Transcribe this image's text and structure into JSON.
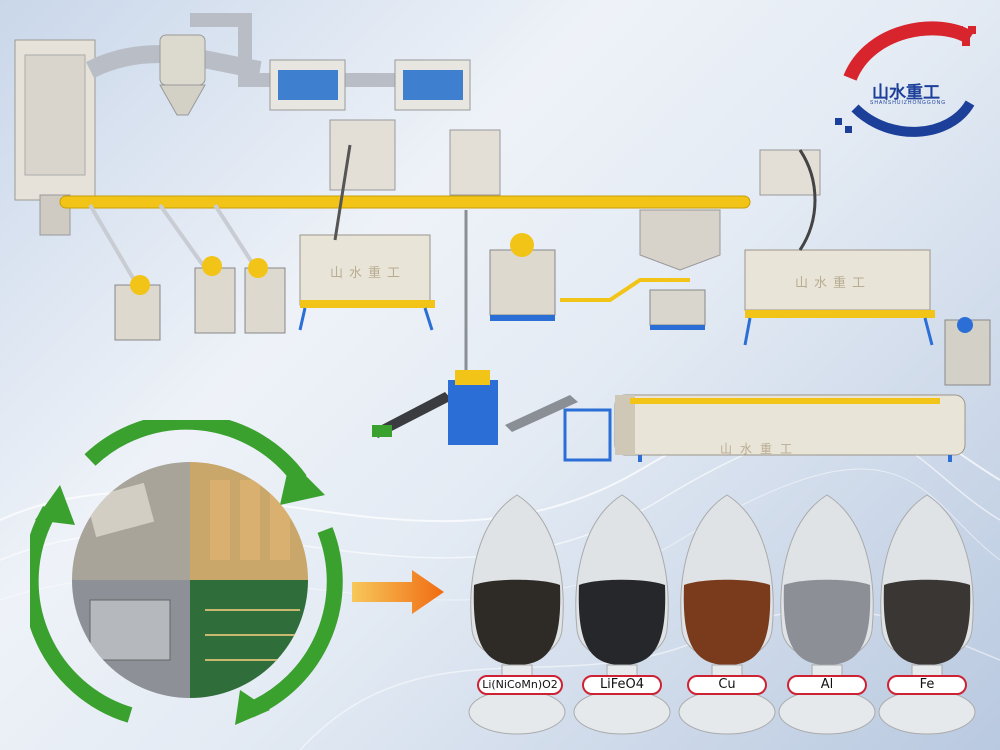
{
  "logo": {
    "chinese_name": "山水重工",
    "pinyin": "SHANSHUIZHONGGONG"
  },
  "machinery": {
    "stamp_text": "山水重工"
  },
  "products": [
    {
      "label": "Li(NiCoMn)O2",
      "color": "#2e2a26"
    },
    {
      "label": "LiFeO4",
      "color": "#26272a"
    },
    {
      "label": "Cu",
      "color": "#7a3a1c"
    },
    {
      "label": "Al",
      "color": "#8c8f95"
    },
    {
      "label": "Fe",
      "color": "#3a3633"
    }
  ],
  "colors": {
    "pipe": "#f2c417",
    "frame": "#2b6fd6",
    "arrow_green": "#3aa02e",
    "arrow_orange": "#f29a1a",
    "machine_body": "#e9e4d8"
  }
}
